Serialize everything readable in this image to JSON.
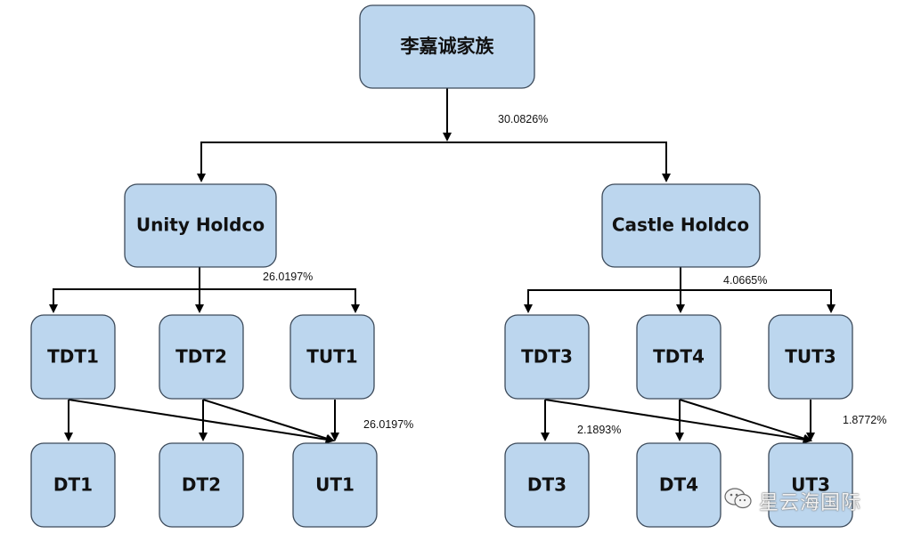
{
  "nodes": {
    "root": "李嘉诚家族",
    "unity": "Unity Holdco",
    "castle": "Castle Holdco",
    "tdt1": "TDT1",
    "tdt2": "TDT2",
    "tut1": "TUT1",
    "tdt3": "TDT3",
    "tdt4": "TDT4",
    "tut3": "TUT3",
    "dt1": "DT1",
    "dt2": "DT2",
    "ut1": "UT1",
    "dt3": "DT3",
    "dt4": "DT4",
    "ut3": "UT3"
  },
  "edge_labels": {
    "root_to_holdcos": "30.0826%",
    "unity_to_trusts": "26.0197%",
    "castle_to_trusts": "4.0665%",
    "tut1_to_ut1": "26.0197%",
    "tdt3_to_dt3": "2.1893%",
    "tut3_to_ut3": "1.8772%"
  },
  "watermark": {
    "text": "星云海国际",
    "icon": "wechat-icon"
  },
  "colors": {
    "node_fill": "#bcd6ee",
    "node_border": "#3c4a5a",
    "edge": "#000000"
  }
}
